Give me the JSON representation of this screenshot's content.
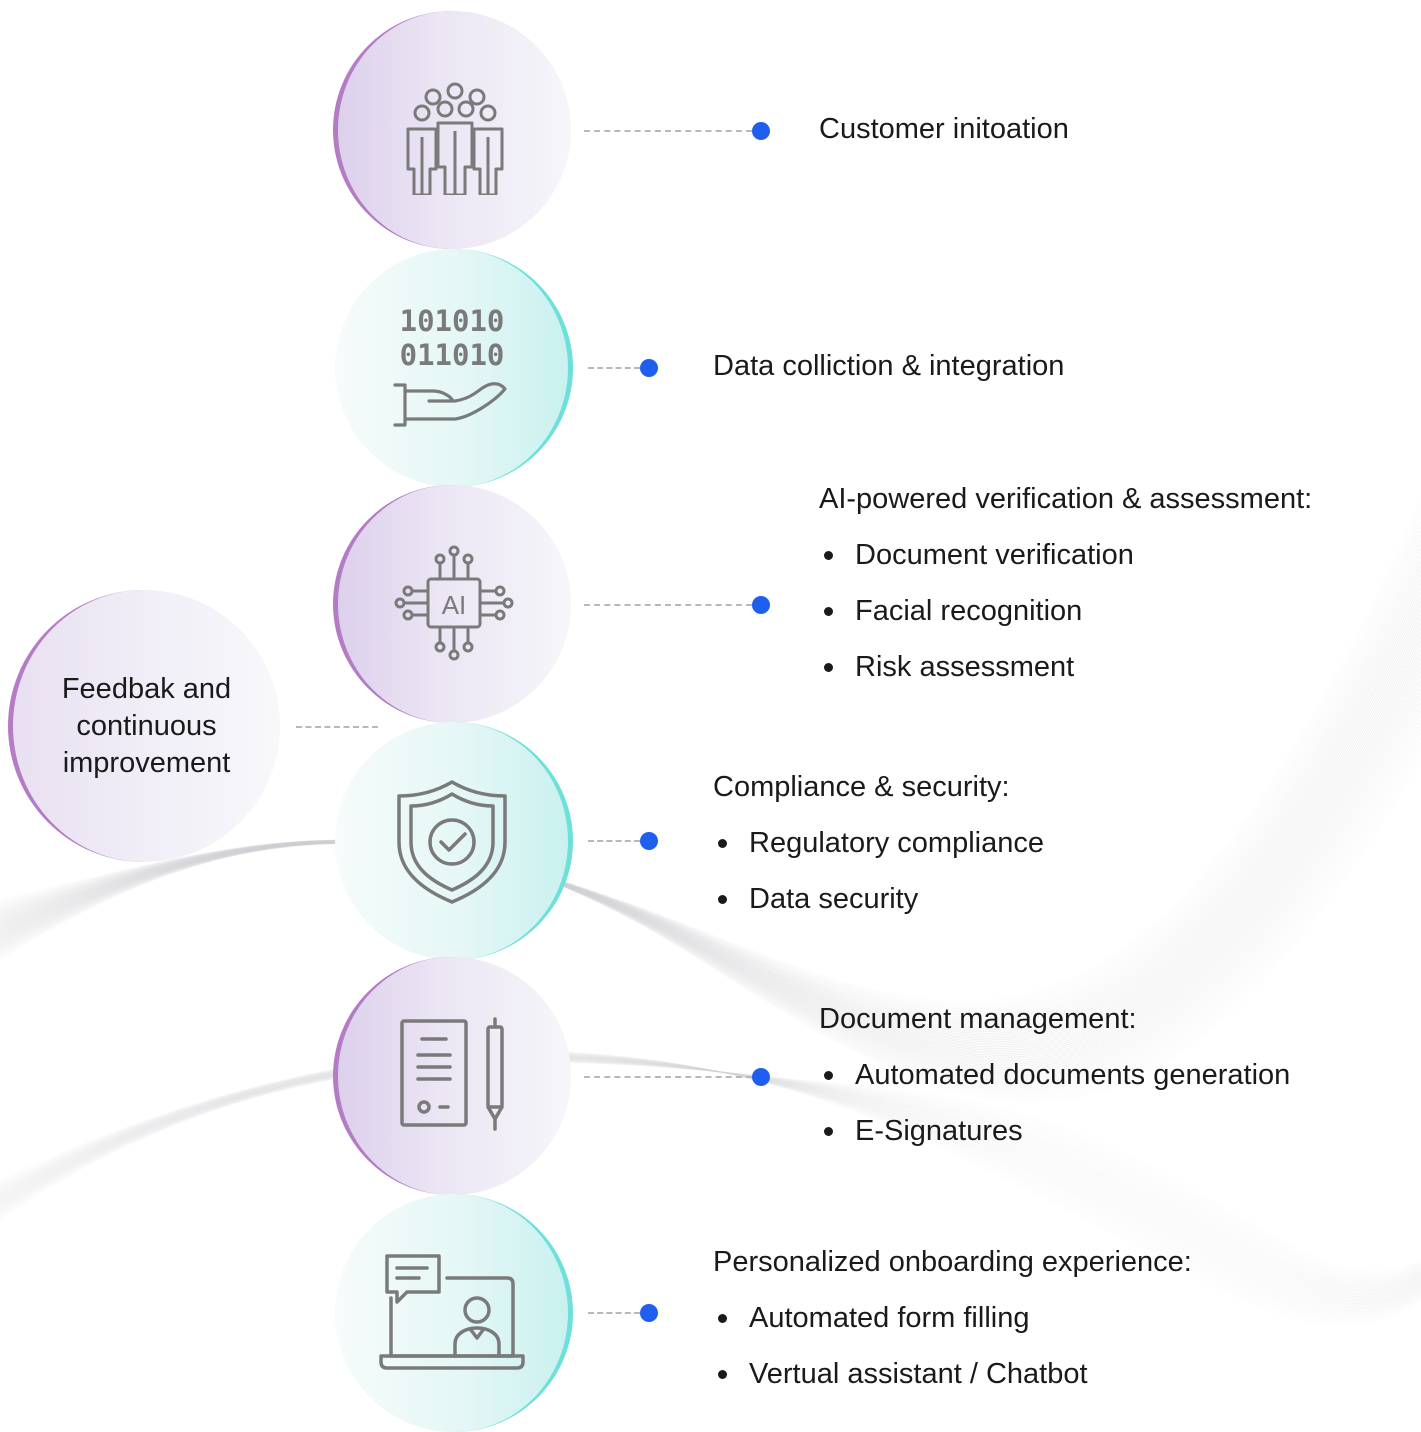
{
  "colors": {
    "accent_purple": "#b47cc4",
    "accent_teal": "#6ee0da",
    "dot_blue": "#1f5ff0",
    "connector_gray": "#b8b8b8",
    "icon_gray": "#7a7a7a"
  },
  "side_step": {
    "label": "Feedbak and\ncontinuous\nimprovement"
  },
  "steps": [
    {
      "icon": "team-icon",
      "ring": "purple",
      "heading": "Customer initoation",
      "bullets": []
    },
    {
      "icon": "binary-hand-icon",
      "ring": "teal",
      "heading": "Data colliction & integration",
      "bullets": [],
      "icon_text": [
        "101010",
        "011010"
      ]
    },
    {
      "icon": "ai-chip-icon",
      "ring": "purple",
      "heading": "AI-powered verification & assessment:",
      "bullets": [
        "Document verification",
        "Facial recognition",
        "Risk assessment"
      ],
      "icon_text": [
        "AI"
      ]
    },
    {
      "icon": "shield-check-icon",
      "ring": "teal",
      "heading": "Compliance & security:",
      "bullets": [
        "Regulatory compliance",
        "Data security"
      ]
    },
    {
      "icon": "document-pen-icon",
      "ring": "purple",
      "heading": "Document management:",
      "bullets": [
        "Automated documents generation",
        "E-Signatures"
      ]
    },
    {
      "icon": "laptop-chat-icon",
      "ring": "teal",
      "heading": "Personalized onboarding experience:",
      "bullets": [
        "Automated form filling",
        "Vertual assistant / Chatbot"
      ]
    }
  ]
}
